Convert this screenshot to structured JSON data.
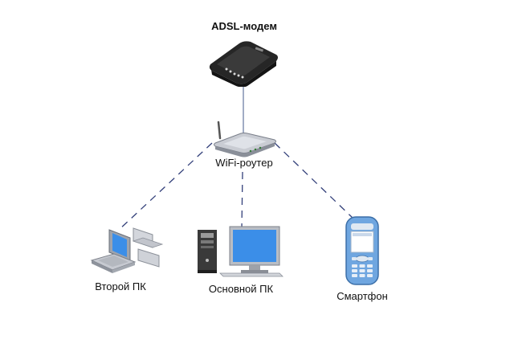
{
  "nodes": {
    "modem": {
      "label": "ADSL-модем",
      "icon": "adsl-modem-icon"
    },
    "router": {
      "label": "WiFi-роутер",
      "icon": "wifi-router-icon"
    },
    "second_pc": {
      "label": "Второй ПК",
      "icon": "laptop-pc-icon"
    },
    "main_pc": {
      "label": "Основной ПК",
      "icon": "desktop-pc-icon"
    },
    "smartphone": {
      "label": "Смартфон",
      "icon": "smartphone-icon"
    }
  },
  "links": [
    {
      "from": "modem",
      "to": "router",
      "style": "wired"
    },
    {
      "from": "router",
      "to": "second_pc",
      "style": "wireless"
    },
    {
      "from": "router",
      "to": "main_pc",
      "style": "wireless"
    },
    {
      "from": "router",
      "to": "smartphone",
      "style": "wireless"
    }
  ],
  "colors": {
    "wired_link": "#6e7fa6",
    "wireless_link": "#33407a",
    "device_dark": "#2a2a2a",
    "monitor_screen": "#3b8ee8",
    "phone_body": "#6fa6e0"
  }
}
